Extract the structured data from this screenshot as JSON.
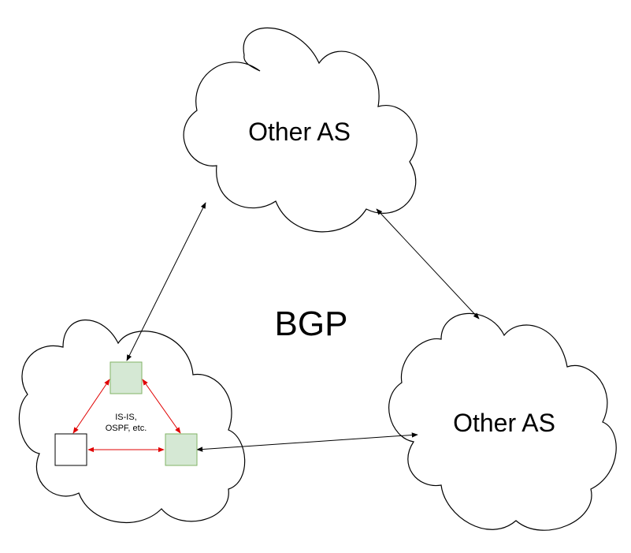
{
  "labels": {
    "as_top": "Other AS",
    "as_right": "Other AS",
    "protocol": "BGP",
    "igp_line1": "IS-IS,",
    "igp_line2": "OSPF, etc."
  },
  "colors": {
    "cloud_stroke": "#000000",
    "cloud_fill": "#ffffff",
    "router_fill": "#d5e8d4",
    "router_stroke": "#82b366",
    "plain_router_fill": "#ffffff",
    "plain_router_stroke": "#000000",
    "ebgp_link": "#000000",
    "igp_link": "#e00000"
  }
}
